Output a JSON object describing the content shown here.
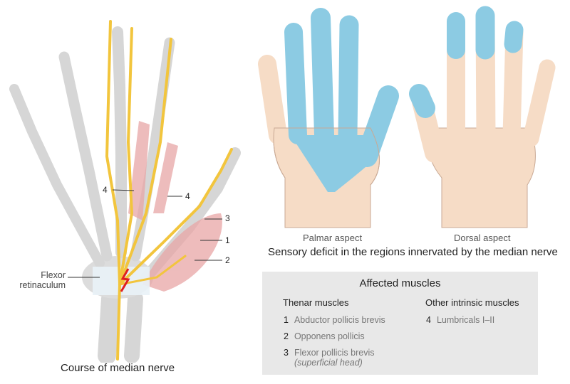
{
  "left_figure": {
    "caption": "Course of median nerve",
    "labels": {
      "flexor_retinaculum_line1": "Flexor",
      "flexor_retinaculum_line2": "retinaculum",
      "marker_4a": "4",
      "marker_4b": "4",
      "marker_3": "3",
      "marker_1": "1",
      "marker_2": "2"
    }
  },
  "right_figure": {
    "palmar_caption": "Palmar aspect",
    "dorsal_caption": "Dorsal aspect",
    "subtitle": "Sensory deficit in the regions innervated by the median nerve"
  },
  "affected_muscles": {
    "title": "Affected muscles",
    "thenar": {
      "heading": "Thenar muscles",
      "items": [
        {
          "num": "1",
          "name": "Abductor pollicis brevis"
        },
        {
          "num": "2",
          "name": "Opponens pollicis"
        },
        {
          "num": "3",
          "name": "Flexor pollicis brevis",
          "note": "(superficial head)"
        }
      ]
    },
    "other": {
      "heading": "Other intrinsic muscles",
      "items": [
        {
          "num": "4",
          "name": "Lumbricals I–II"
        }
      ]
    }
  },
  "colors": {
    "skin": "#f6dcc6",
    "deficit": "#8ccbe3",
    "nerve": "#f2c53d",
    "muscle": "#e9a3a3",
    "bone": "#d9d9d9",
    "box": "#e8e8e8"
  }
}
